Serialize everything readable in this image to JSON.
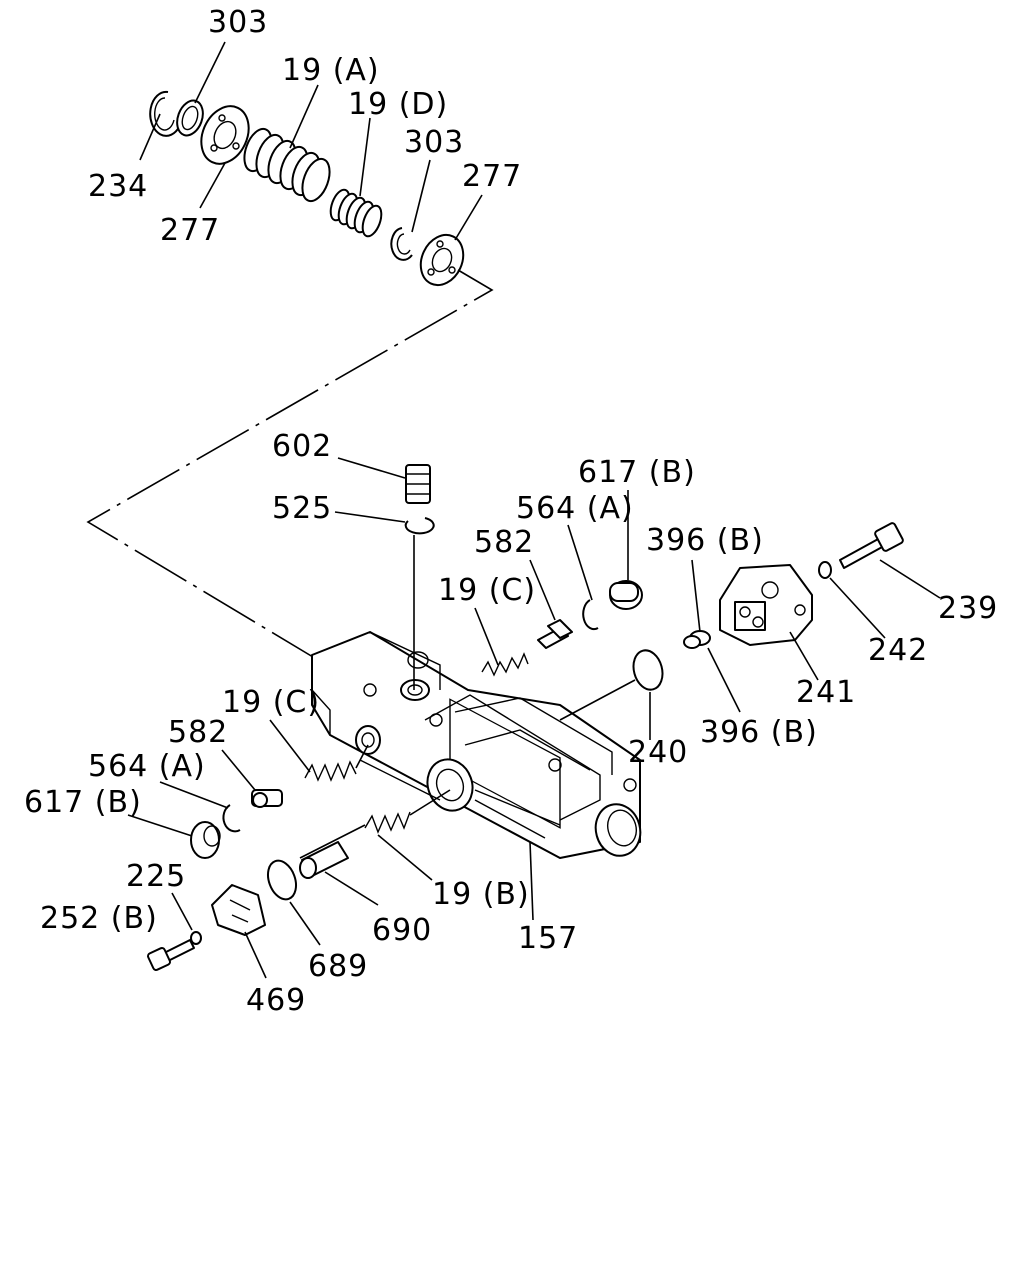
{
  "labels": {
    "l303a": "303",
    "l19a": "19 (A)",
    "l19d": "19 (D)",
    "l303b": "303",
    "l277a": "277",
    "l234": "234",
    "l277b": "277",
    "l602": "602",
    "l617b1": "617 (B)",
    "l525": "525",
    "l564a1": "564 (A)",
    "l396b1": "396 (B)",
    "l582a": "582",
    "l19c1": "19 (C)",
    "l239": "239",
    "l242": "242",
    "l241": "241",
    "l396b2": "396 (B)",
    "l240": "240",
    "l19c2": "19 (C)",
    "l582b": "582",
    "l564a2": "564 (A)",
    "l617b2": "617 (B)",
    "l225": "225",
    "l252b": "252 (B)",
    "l19b": "19 (B)",
    "l690": "690",
    "l157": "157",
    "l689": "689",
    "l469": "469"
  }
}
